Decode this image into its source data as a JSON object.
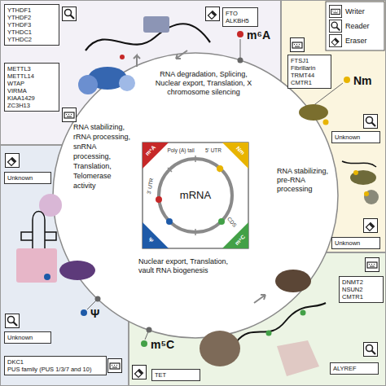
{
  "diagram": {
    "nodes": [
      {
        "text": [
          "m⁶A"
        ]
      },
      {
        "text": [
          "YTHDF1",
          "YTHDF2",
          "YTHDF3",
          "YTHDC1",
          "YTHDC2"
        ],
        "in": 0
      },
      {
        "text": [
          "FTO",
          "ALKBH5"
        ],
        "in": 0
      },
      {
        "text": [
          "METTL3",
          "METTL14",
          "WTAP",
          "VIRMA",
          "KIAA1429",
          "ZC3H13"
        ],
        "in": 0
      },
      {
        "text": [
          "Nm"
        ]
      },
      {
        "text": [
          "FTSJ1",
          "Fibrillarin",
          "TRMT44",
          "CMTR1"
        ],
        "in": 4
      },
      {
        "text": [
          "Unknown"
        ],
        "in": 4
      },
      {
        "text": [
          "Unknown"
        ],
        "in": 4
      },
      {
        "text": [
          "Ψ"
        ]
      },
      {
        "text": [
          "Unknown"
        ],
        "in": 8
      },
      {
        "text": [
          "Unknown"
        ],
        "in": 8
      },
      {
        "text": [
          "DKC1",
          "PUS family (PUS 1/3/7 and 10)"
        ],
        "in": 8
      },
      {
        "text": [
          "m⁵C"
        ]
      },
      {
        "text": [
          "DNMT2",
          "NSUN2",
          "CMTR1"
        ],
        "in": 12
      },
      {
        "text": [
          "ALYREF"
        ],
        "in": 12
      },
      {
        "text": [
          "TET"
        ],
        "in": 12
      },
      {
        "text": [
          "mRNA"
        ]
      }
    ],
    "labels": [
      "RNA degradation, Splicing, Nuclear export, Translation, X chromosome silencing",
      "RNA stabilizing, pre-RNA processing",
      "Nuclear export, Translation, vault RNA biogenesis",
      "RNA stabilizing, rRNA processing, snRNA processing, Translation, Telomerase activity",
      "m⁶A",
      "Nm",
      "m⁵C",
      "Ψ",
      "Poly (A) tail",
      "5' UTR",
      "3' UTR",
      "CDS"
    ],
    "legend": [
      {
        "text": "Writer"
      },
      {
        "text": "Reader"
      },
      {
        "text": "Eraser"
      }
    ]
  }
}
